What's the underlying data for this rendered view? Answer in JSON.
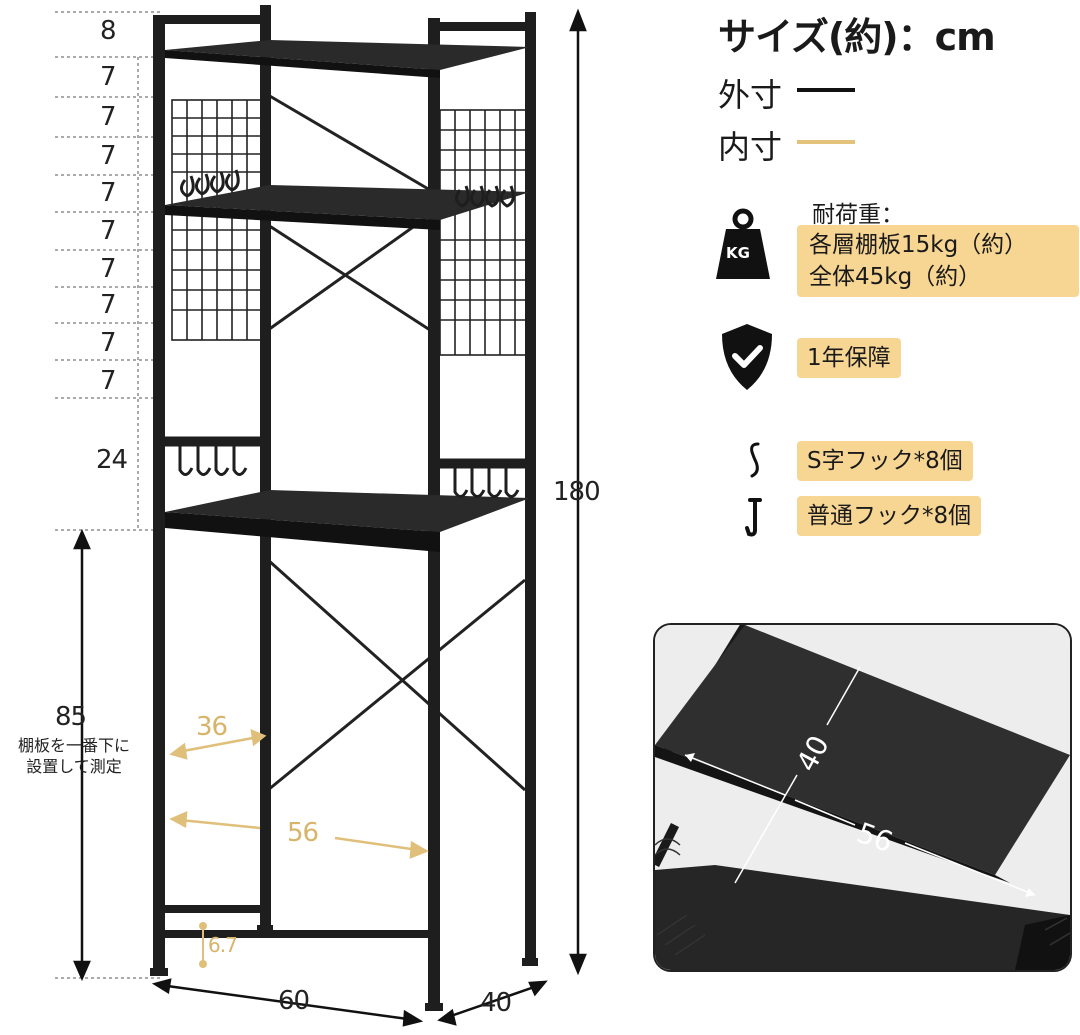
{
  "title": "サイズ(約)：cm",
  "legend": {
    "outer_label": "外寸",
    "outer_color": "#111111",
    "inner_label": "内寸",
    "inner_color": "#e3c27a"
  },
  "load": {
    "heading": "耐荷重：",
    "icon_text": "KG",
    "line1": "各層棚板15kg（約）",
    "line2": "全体45kg（約）"
  },
  "warranty": {
    "label": "1年保障"
  },
  "hooks": {
    "s_hook": "S字フック*8個",
    "normal_hook": "普通フック*8個"
  },
  "dimensions": {
    "top_gap": "8",
    "grid_gaps": [
      "7",
      "7",
      "7",
      "7",
      "7",
      "7",
      "7",
      "7",
      "7"
    ],
    "lower_gap": "24",
    "bottom_height": "85",
    "bottom_note": "棚板を一番下に\n設置して測定",
    "total_height": "180",
    "inner_depth": "36",
    "inner_width": "56",
    "foot_height": "6.7",
    "outer_width": "60",
    "outer_depth": "40"
  },
  "inset": {
    "depth": "40",
    "width": "56"
  },
  "colors": {
    "pill": "#f7d593",
    "frame": "#1e1e1e",
    "accent": "#d8b46a"
  }
}
